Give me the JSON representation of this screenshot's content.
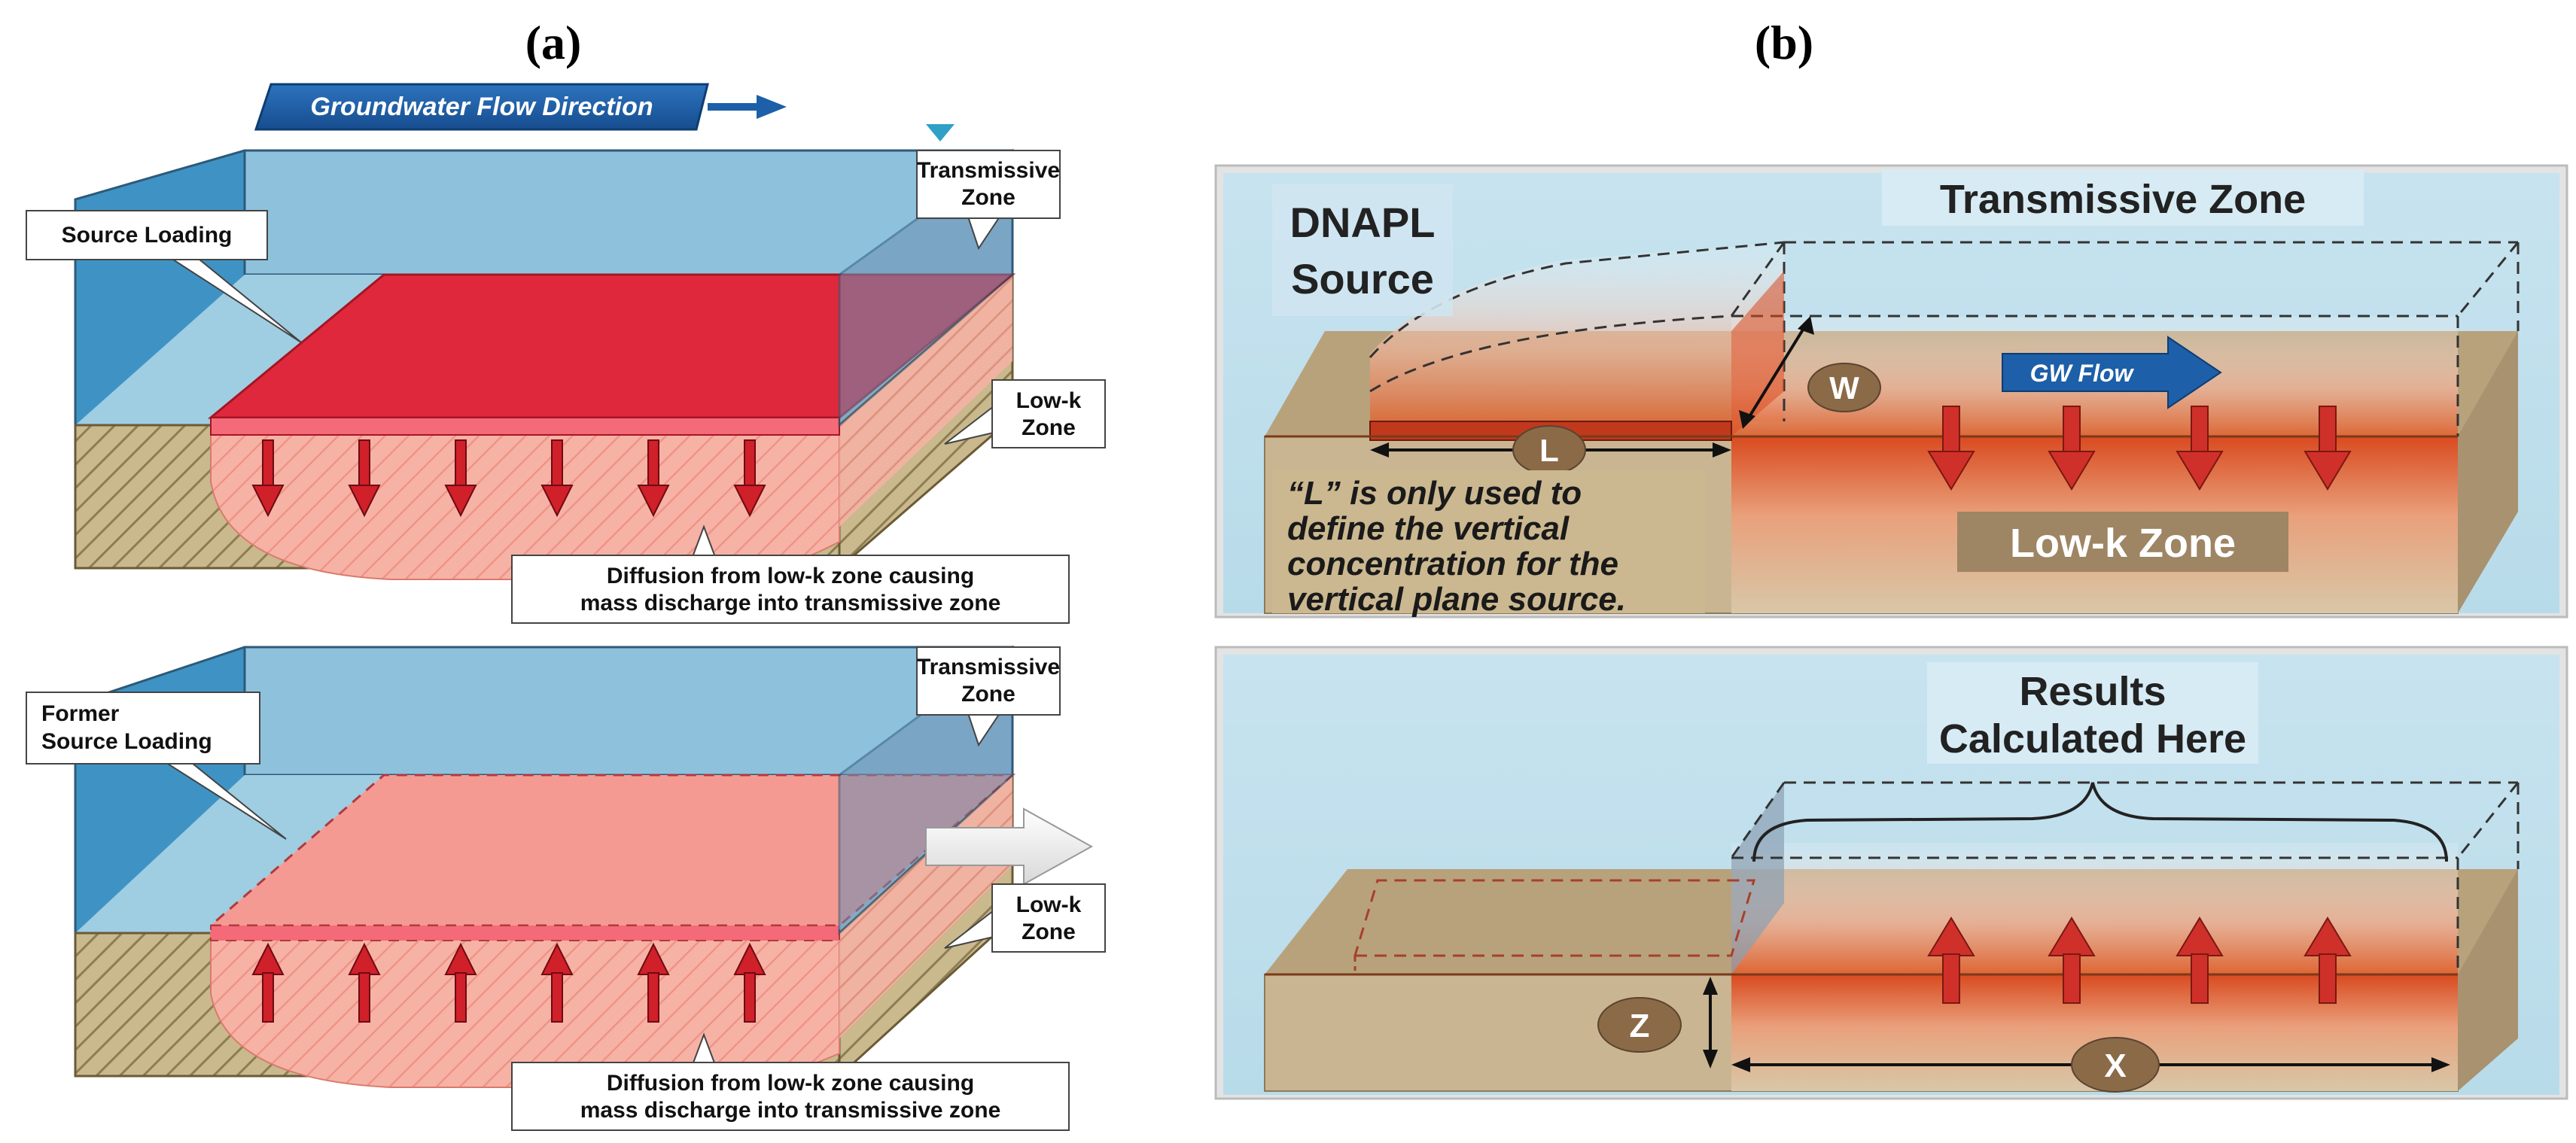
{
  "panel_a": {
    "letter": "(a)",
    "flow_banner": "Groundwater Flow Direction",
    "top": {
      "source_callout": [
        "Source Loading"
      ],
      "transmissive_callout": [
        "Transmissive",
        "Zone"
      ],
      "lowk_callout": [
        "Low-k",
        "Zone"
      ],
      "diffusion_callout": [
        "Diffusion from low-k zone causing",
        "mass discharge into transmissive zone"
      ]
    },
    "bottom": {
      "source_callout": [
        "Former",
        "Source Loading"
      ],
      "transmissive_callout": [
        "Transmissive",
        "Zone"
      ],
      "lowk_callout": [
        "Low-k",
        "Zone"
      ],
      "diffusion_callout": [
        "Diffusion from low-k zone causing",
        "mass discharge into transmissive zone"
      ]
    }
  },
  "panel_b": {
    "letter": "(b)",
    "top": {
      "source_label": [
        "DNAPL",
        "Source"
      ],
      "zone_label": "Transmissive Zone",
      "flow_label": "GW Flow",
      "w_label": "W",
      "l_label": "L",
      "lowk_label": "Low-k Zone",
      "note": [
        "“L” is only used to",
        "define the vertical",
        "concentration for the",
        "vertical plane source."
      ]
    },
    "bottom": {
      "results_label": [
        "Results",
        "Calculated Here"
      ],
      "z_label": "Z",
      "x_label": "X"
    }
  },
  "colors": {
    "water": "#8ec2dc",
    "water_dark": "#3f93c4",
    "source_red": "#e0283c",
    "plume_pink": "#f6a39a",
    "sediment": "#c9b98d",
    "arrow_red": "#d0202a",
    "banner_blue": "#1d5fa8",
    "badge": "#8b6a48"
  }
}
